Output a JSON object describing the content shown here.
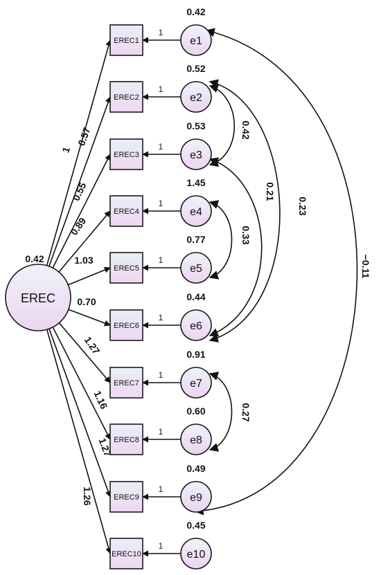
{
  "latent": {
    "label": "EREC",
    "variance": "0.42"
  },
  "indicators": [
    {
      "label": "EREC1",
      "error": "e1",
      "error_variance": "0.42",
      "loading": "1",
      "error_path": "1"
    },
    {
      "label": "EREC2",
      "error": "e2",
      "error_variance": "0.52",
      "loading": "0.57",
      "error_path": "1"
    },
    {
      "label": "EREC3",
      "error": "e3",
      "error_variance": "0.53",
      "loading": "0.55",
      "error_path": "1"
    },
    {
      "label": "EREC4",
      "error": "e4",
      "error_variance": "1.45",
      "loading": "0.89",
      "error_path": "1"
    },
    {
      "label": "EREC5",
      "error": "e5",
      "error_variance": "0.77",
      "loading": "1.03",
      "error_path": "1"
    },
    {
      "label": "EREC6",
      "error": "e6",
      "error_variance": "0.44",
      "loading": "0.70",
      "error_path": "1"
    },
    {
      "label": "EREC7",
      "error": "e7",
      "error_variance": "0.91",
      "loading": "1.27",
      "error_path": "1"
    },
    {
      "label": "EREC8",
      "error": "e8",
      "error_variance": "0.60",
      "loading": "1.16",
      "error_path": "1"
    },
    {
      "label": "EREC9",
      "error": "e9",
      "error_variance": "0.49",
      "loading": "1.27",
      "error_path": "1"
    },
    {
      "label": "EREC10",
      "error": "e10",
      "error_variance": "0.45",
      "loading": "1.26",
      "error_path": "1"
    }
  ],
  "covariances": [
    {
      "from": "e2",
      "to": "e3",
      "value": "0.42"
    },
    {
      "from": "e4",
      "to": "e5",
      "value": "0.33"
    },
    {
      "from": "e3",
      "to": "e6",
      "value": "0.21"
    },
    {
      "from": "e2",
      "to": "e6",
      "value": "0.23"
    },
    {
      "from": "e7",
      "to": "e8",
      "value": "0.27"
    },
    {
      "from": "e1",
      "to": "e9",
      "value": "−0.11"
    }
  ]
}
